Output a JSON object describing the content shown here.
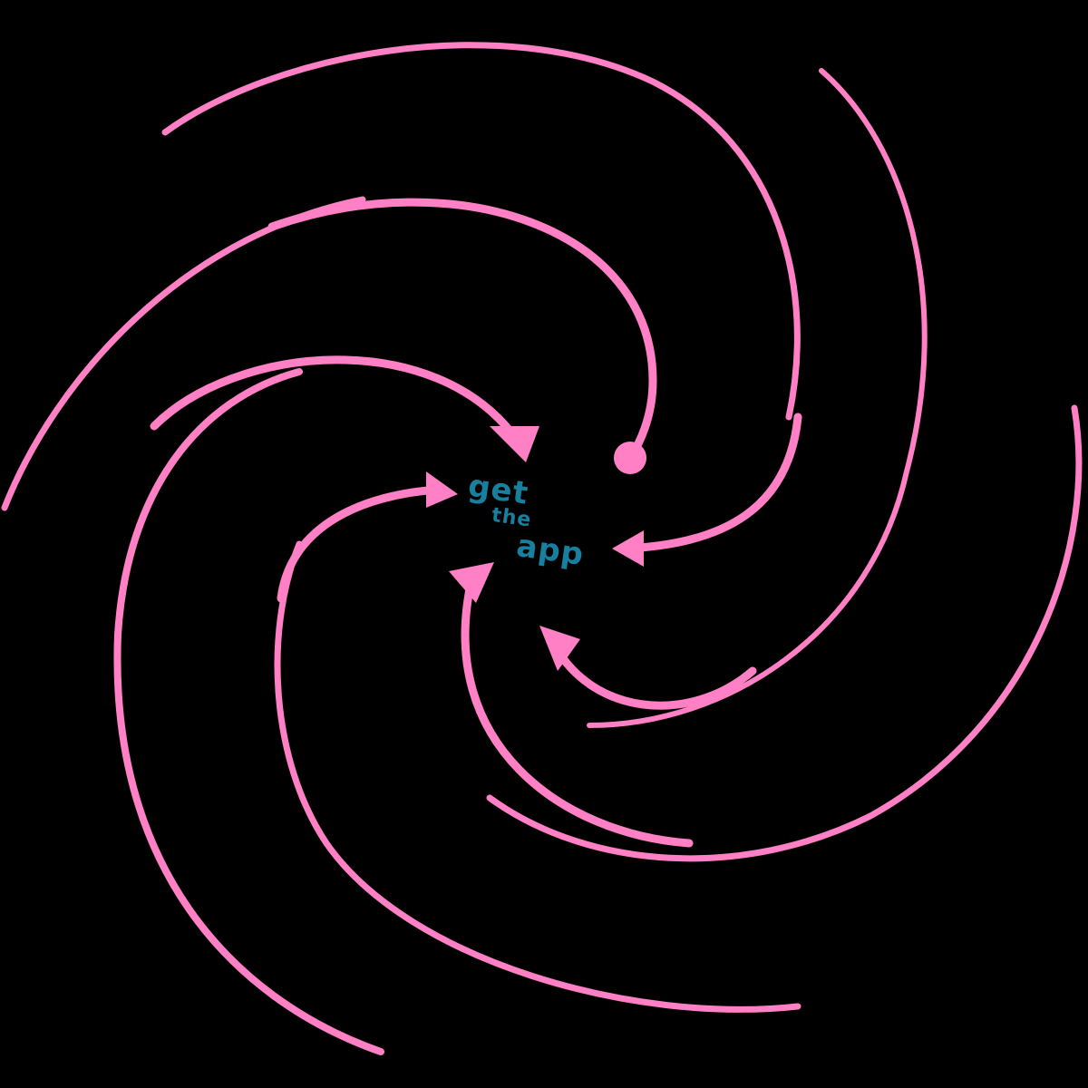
{
  "colors": {
    "background": "#000000",
    "swirl": "#ff80c4",
    "text": "#17809f"
  },
  "cta": {
    "line1": "get",
    "line2": "the",
    "line3": "app"
  },
  "graphic": {
    "name": "spiral-arrows",
    "arrow_count": 6,
    "outer_arc_count": 4
  }
}
